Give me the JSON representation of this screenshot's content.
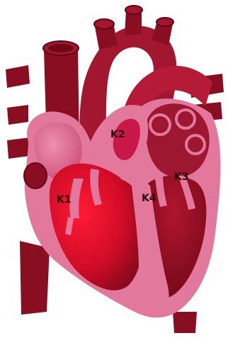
{
  "diagram": {
    "labels": [
      {
        "id": "k1",
        "text": "K1"
      },
      {
        "id": "k2",
        "text": "K2"
      },
      {
        "id": "k3",
        "text": "K3"
      },
      {
        "id": "k4",
        "text": "K4"
      }
    ]
  },
  "colors": {
    "background": "#ffffff",
    "vessel_dark": "#8a0e22",
    "vessel_mid": "#a3162f",
    "myocardium_pink": "#e2799c",
    "chamber_red": "#e0102a",
    "chamber_dark": "#7a0818",
    "label_text": "#2a0006"
  }
}
